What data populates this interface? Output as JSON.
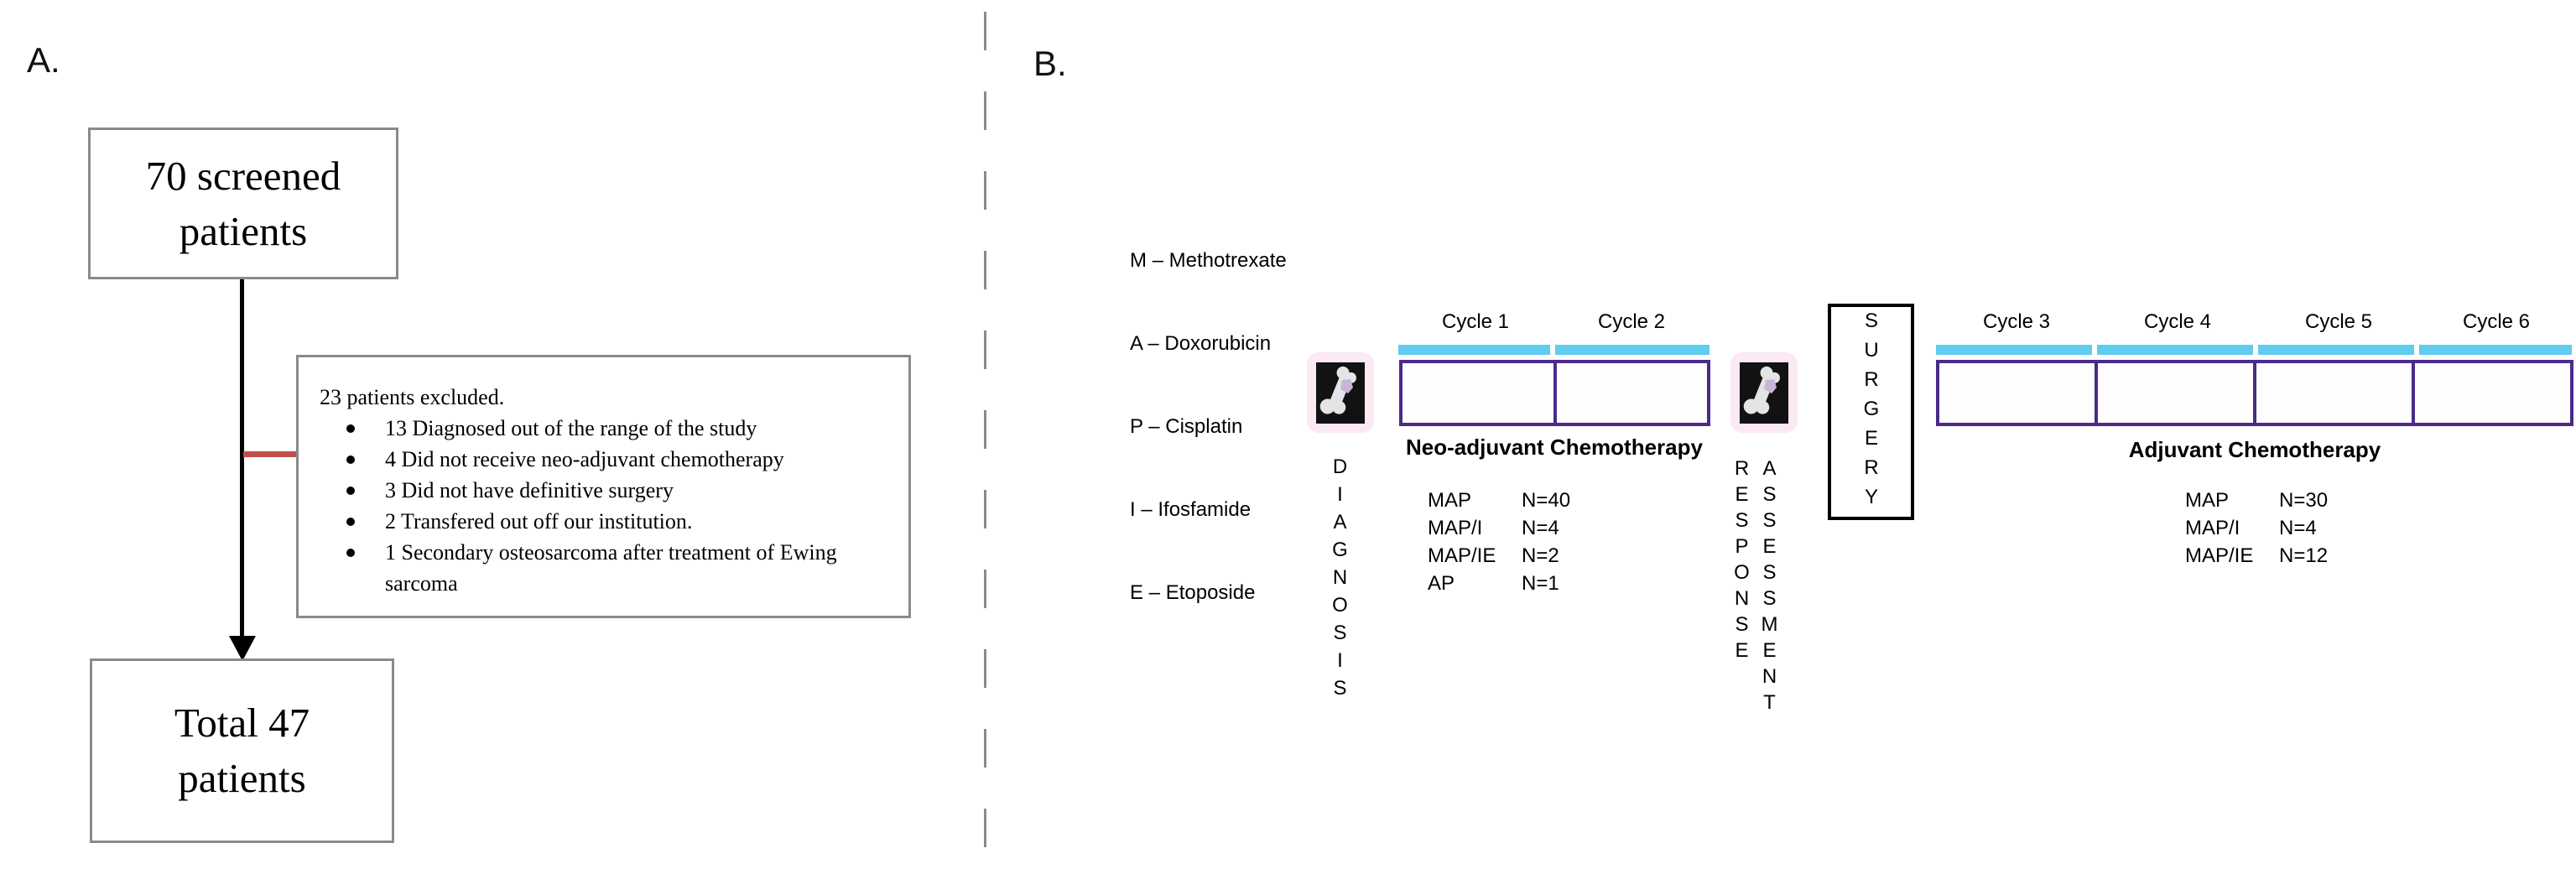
{
  "panel_a": {
    "label": "A.",
    "screened_box": {
      "line1": "70 screened",
      "line2": "patients"
    },
    "excluded_box": {
      "title": "23 patients excluded.",
      "items": [
        "13 Diagnosed out of the range of the study",
        "4 Did not receive neo-adjuvant chemotherapy",
        "3 Did not have definitive surgery",
        "2 Transfered out off our institution.",
        "1 Secondary osteosarcoma after treatment of Ewing sarcoma"
      ]
    },
    "total_box": {
      "line1": "Total 47",
      "line2": "patients"
    }
  },
  "panel_b": {
    "label": "B.",
    "legend": {
      "line1": "M – Methotrexate",
      "line2": "A – Doxorubicin",
      "line3": "P – Cisplatin",
      "line4": "I – Ifosfamide",
      "line5": "E – Etoposide"
    },
    "stages": {
      "diagnosis": "DIAGNOSIS",
      "response": "RESPONSE",
      "assessment": "ASSESSMENT",
      "surgery": "SURGERY"
    },
    "neoadjuvant": {
      "cycle1": "Cycle 1",
      "cycle2": "Cycle 2",
      "title": "Neo-adjuvant Chemotherapy",
      "regimens": [
        {
          "name": "MAP",
          "n": "N=40"
        },
        {
          "name": "MAP/I",
          "n": "N=4"
        },
        {
          "name": "MAP/IE",
          "n": "N=2"
        },
        {
          "name": "AP",
          "n": "N=1"
        }
      ]
    },
    "adjuvant": {
      "cycle3": "Cycle 3",
      "cycle4": "Cycle 4",
      "cycle5": "Cycle 5",
      "cycle6": "Cycle 6",
      "title": "Adjuvant Chemotherapy",
      "regimens": [
        {
          "name": "MAP",
          "n": "N=30"
        },
        {
          "name": "MAP/I",
          "n": "N=4"
        },
        {
          "name": "MAP/IE",
          "n": "N=12"
        }
      ]
    },
    "colors": {
      "cycle_bar_cyan": "#5fccf0",
      "chemo_box_purple": "#4b2a8a",
      "icon_pink_bg": "#fbe9f3",
      "tumor_lavender": "#c8b5d8",
      "exclusion_connector_red": "#c0504d",
      "flow_box_border_gray": "#8a8a8a"
    }
  }
}
